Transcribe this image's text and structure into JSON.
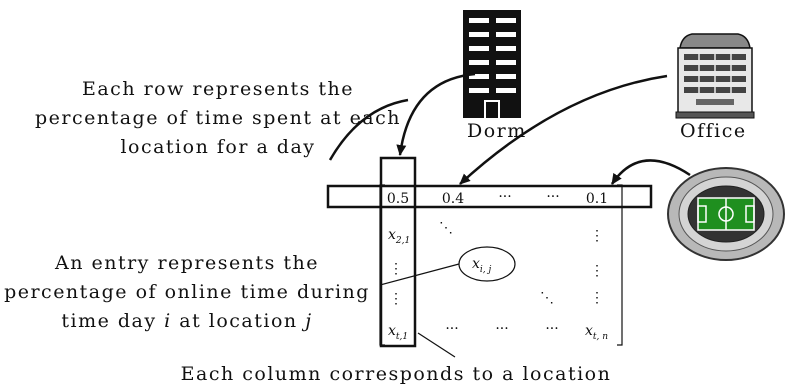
{
  "captions": {
    "row_line1": "Each row represents the",
    "row_line2": "percentage of time spent at each",
    "row_line3": "location for a day",
    "entry_line1": "An entry represents the",
    "entry_line2": "percentage of online time during",
    "entry_line3_a": "time day ",
    "entry_line3_i": "i",
    "entry_line3_b": " at location ",
    "entry_line3_j": "j",
    "column": "Each column corresponds to a location"
  },
  "locations": {
    "dorm": "Dorm",
    "office": "Office"
  },
  "matrix": {
    "first_row": [
      "0.5",
      "0.4",
      "···",
      "···",
      "0.1"
    ],
    "x21_base": "x",
    "x21_sub": "2,1",
    "xij_base": "x",
    "xij_sub": "i, j",
    "xt1_base": "x",
    "xt1_sub": "t,1",
    "xtn_base": "x",
    "xtn_sub": "t, n",
    "hdots": "···",
    "vdots": "⋮",
    "ddots": "⋱"
  },
  "icons": {
    "dorm": "building-icon",
    "office": "office-building-icon",
    "stadium": "stadium-icon"
  }
}
